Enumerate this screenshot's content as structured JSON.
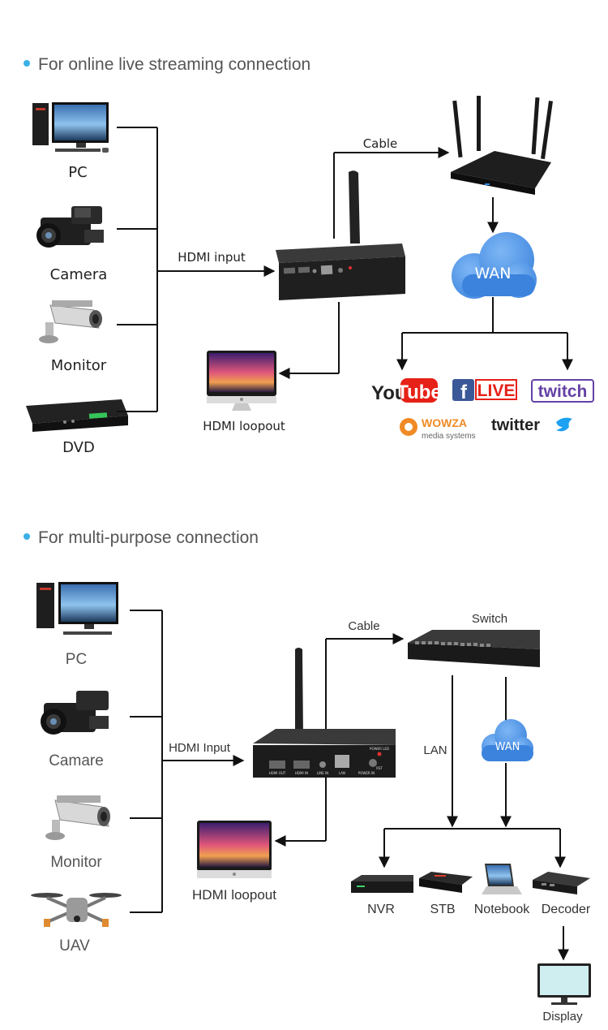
{
  "section1": {
    "heading": "For online live streaming connection",
    "sources": [
      "PC",
      "Camera",
      "Monitor",
      "DVD"
    ],
    "input_label": "HDMI input",
    "cable_label": "Cable",
    "wan_label": "WAN",
    "loopout_label": "HDMI loopout",
    "platforms": {
      "youtube_you": "You",
      "youtube_tube": "Tube",
      "facebook_f": "f",
      "facebook_live": "LIVE",
      "twitch": "twitch",
      "wowza": "WOWZA",
      "wowza_sub": "media systems",
      "twitter": "twitter"
    }
  },
  "section2": {
    "heading": "For multi-purpose connection",
    "sources": [
      "PC",
      "Camare",
      "Monitor",
      "UAV"
    ],
    "input_label": "HDMI Input",
    "cable_label": "Cable",
    "switch_label": "Switch",
    "lan_label": "LAN",
    "wan_label": "WAN",
    "loopout_label": "HDMI loopout",
    "outputs": [
      "NVR",
      "STB",
      "Notebook",
      "Decoder"
    ],
    "display_label": "Display",
    "encoder_ports": [
      "HDMI OUT",
      "HDMI IN",
      "LINE IN",
      "LAN",
      "POWER IN"
    ],
    "encoder_led": "POWER LED",
    "encoder_rst": "RST"
  },
  "colors": {
    "bullet": "#3ab0e6",
    "wan_cloud": "#4a90e2",
    "youtube_red": "#e62117",
    "facebook_blue": "#3b5998",
    "twitch_purple": "#6441a5",
    "wowza_orange": "#f08a24",
    "twitter_blue": "#1da1f2"
  }
}
